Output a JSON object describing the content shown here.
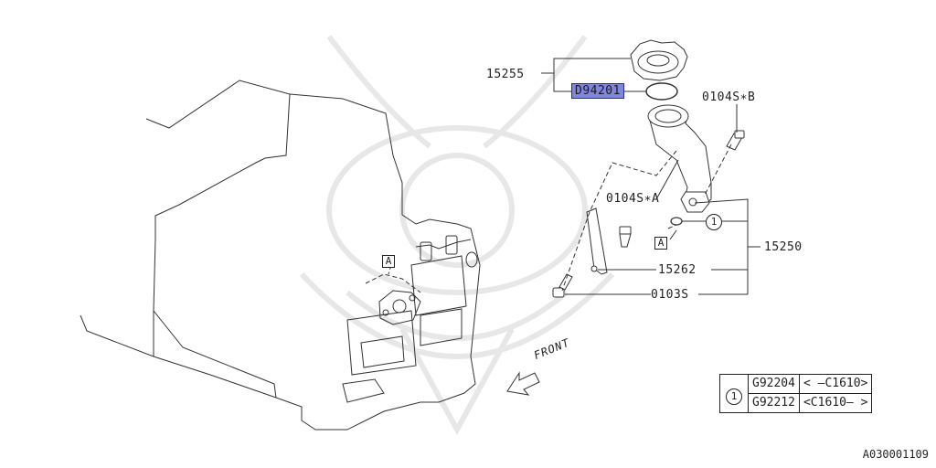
{
  "parts": {
    "cap": "15255",
    "oring_highlight": "D94201",
    "bolt_b": "0104S∗B",
    "bolt_a": "0104S∗A",
    "filler_pipe": "15250",
    "bracket": "15262",
    "bolt_c": "0103S"
  },
  "markers": {
    "ref_a": "A",
    "ref_1": "1"
  },
  "legend": {
    "ref": "1",
    "rows": [
      {
        "part": "G92204",
        "range": "<  –C1610>"
      },
      {
        "part": "G92212",
        "range": "<C1610–  >"
      }
    ]
  },
  "direction": "FRONT",
  "diagram_code": "A030001109",
  "highlight_color": "#7f86dd"
}
